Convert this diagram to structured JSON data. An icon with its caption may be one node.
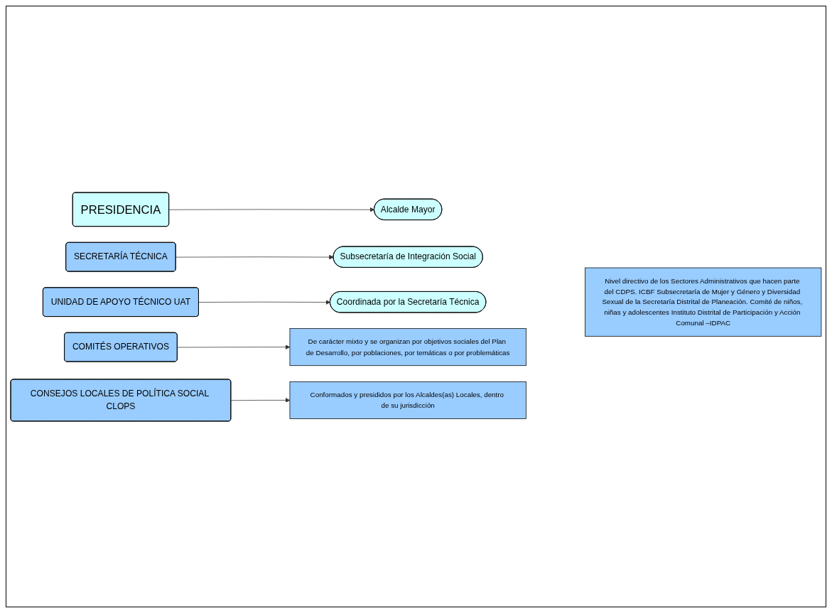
{
  "diagram": {
    "nodes": [
      {
        "text": [
          "PRESIDENCIA"
        ]
      },
      {
        "text": [
          "Alcalde Mayor"
        ]
      },
      {
        "text": [
          "SECRETARÍA TÉCNICA"
        ]
      },
      {
        "text": [
          "Subsecretaría de Integración Social"
        ]
      },
      {
        "text": [
          "UNIDAD DE APOYO TÉCNICO UAT"
        ]
      },
      {
        "text": [
          "Coordinada por la Secretaría Técnica"
        ]
      },
      {
        "text": [
          "Nivel directivo de los Sectores Administrativos que hacen parte del CDPS. ICBF Subsecretaría de Mujer y Género y Diversidad Sexual de la Secretaría Distrital de Planeación. Comité de niños, niñas y adolescentes Instituto Distrital de Participación y Acción Comunal –IDPAC"
        ]
      },
      {
        "text": [
          "COMITÉS OPERATIVOS"
        ]
      },
      {
        "text": [
          "De carácter mixto y se organizan por objetivos sociales del Plan de Desarrollo, por poblaciones, por temáticas o por problemáticas"
        ]
      },
      {
        "text": [
          "CONSEJOS LOCALES DE POLÍTICA SOCIAL CLOPS"
        ]
      },
      {
        "text": [
          "Conformados y presididos por los Alcaldes(as) Locales, dentro de su jurisdicción"
        ]
      }
    ],
    "edges": [
      {
        "from": 0,
        "to": 1,
        "arrow": "to"
      },
      {
        "from": 2,
        "to": 3,
        "arrow": "to"
      },
      {
        "from": 4,
        "to": 5,
        "arrow": "to"
      },
      {
        "from": 7,
        "to": 8,
        "arrow": "to"
      },
      {
        "from": 9,
        "to": 10,
        "arrow": "to"
      }
    ]
  }
}
